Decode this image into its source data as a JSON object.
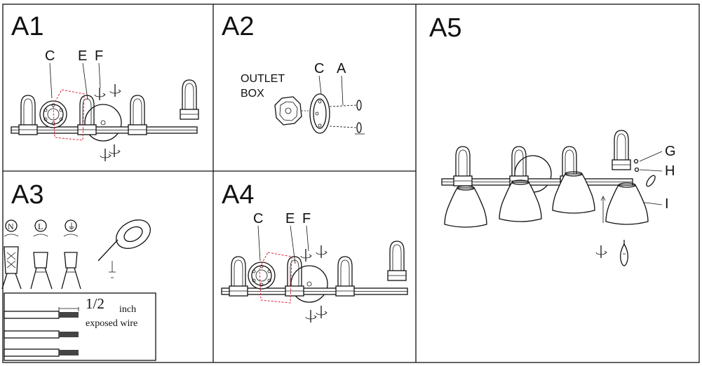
{
  "panels": {
    "a1": {
      "title": "A1",
      "labels": [
        "C",
        "E",
        "F"
      ]
    },
    "a2": {
      "title": "A2",
      "labels": [
        "C",
        "A"
      ],
      "outlet_line1": "OUTLET",
      "outlet_line2": "BOX"
    },
    "a3": {
      "title": "A3",
      "wire_symbols": [
        "N",
        "L",
        "⏚"
      ],
      "fraction": "1/2",
      "unit": "inch",
      "caption": "exposed wire"
    },
    "a4": {
      "title": "A4",
      "labels": [
        "C",
        "E",
        "F"
      ]
    },
    "a5": {
      "title": "A5",
      "labels": [
        "G",
        "H",
        "I"
      ]
    }
  },
  "colors": {
    "line": "#111111",
    "accent": "#dd2233"
  }
}
